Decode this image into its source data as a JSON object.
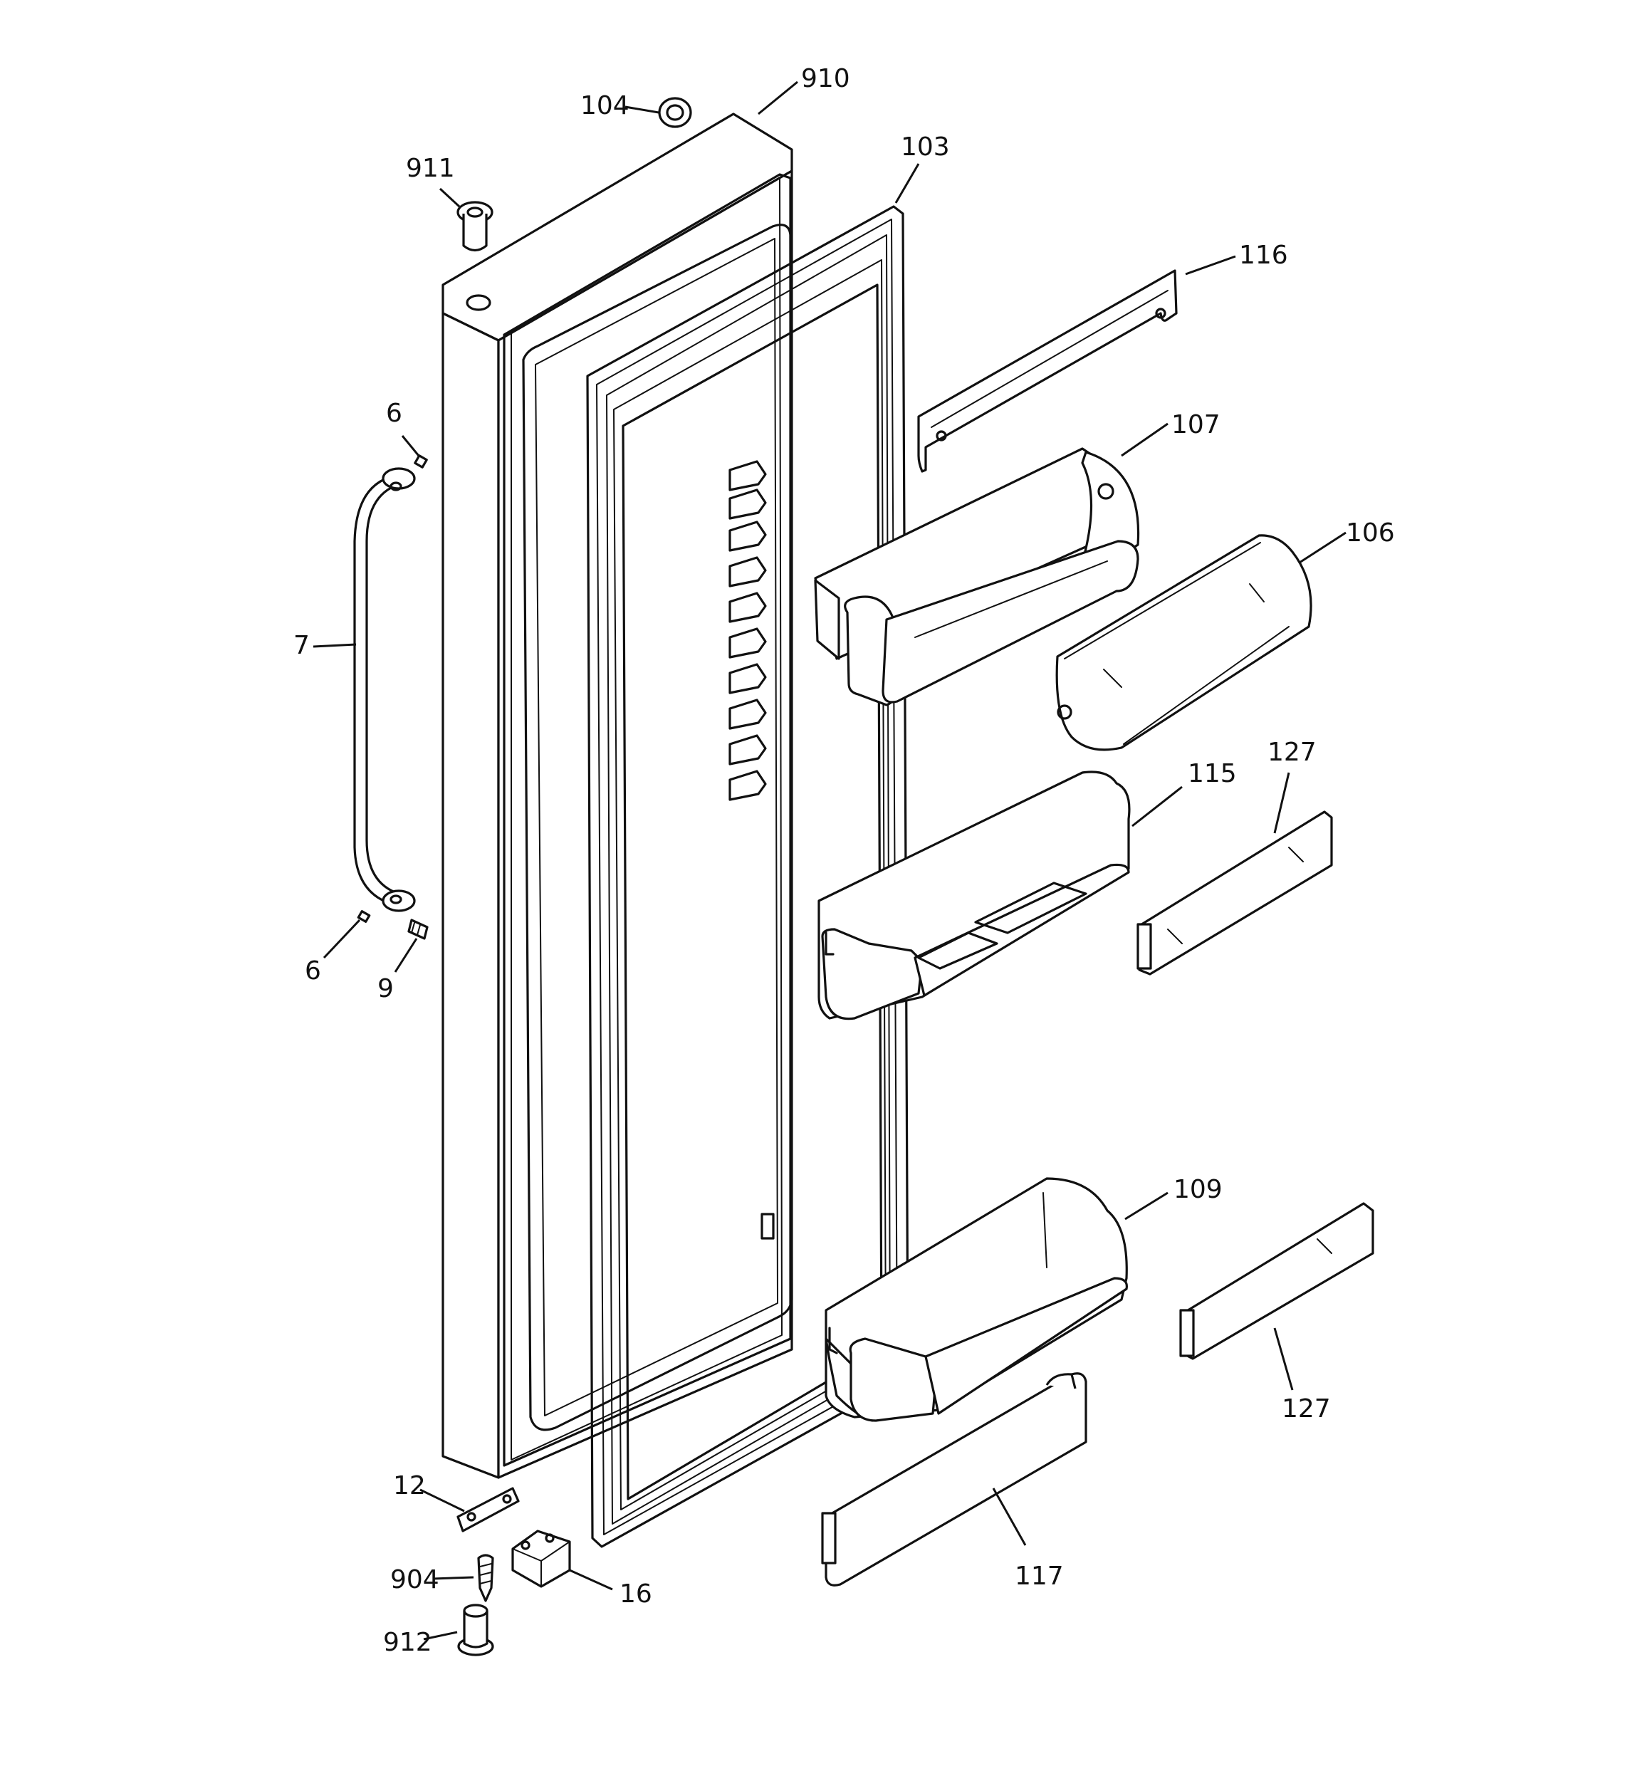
{
  "diagram": {
    "callouts": [
      {
        "id": "c910",
        "label": "910"
      },
      {
        "id": "c104",
        "label": "104"
      },
      {
        "id": "c911",
        "label": "911"
      },
      {
        "id": "c103",
        "label": "103"
      },
      {
        "id": "c116",
        "label": "116"
      },
      {
        "id": "c107",
        "label": "107"
      },
      {
        "id": "c106",
        "label": "106"
      },
      {
        "id": "c6a",
        "label": "6"
      },
      {
        "id": "c7",
        "label": "7"
      },
      {
        "id": "c115",
        "label": "115"
      },
      {
        "id": "c127a",
        "label": "127"
      },
      {
        "id": "c6b",
        "label": "6"
      },
      {
        "id": "c9",
        "label": "9"
      },
      {
        "id": "c109",
        "label": "109"
      },
      {
        "id": "c127b",
        "label": "127"
      },
      {
        "id": "c12",
        "label": "12"
      },
      {
        "id": "c117",
        "label": "117"
      },
      {
        "id": "c904",
        "label": "904"
      },
      {
        "id": "c16",
        "label": "16"
      },
      {
        "id": "c912",
        "label": "912"
      }
    ]
  }
}
